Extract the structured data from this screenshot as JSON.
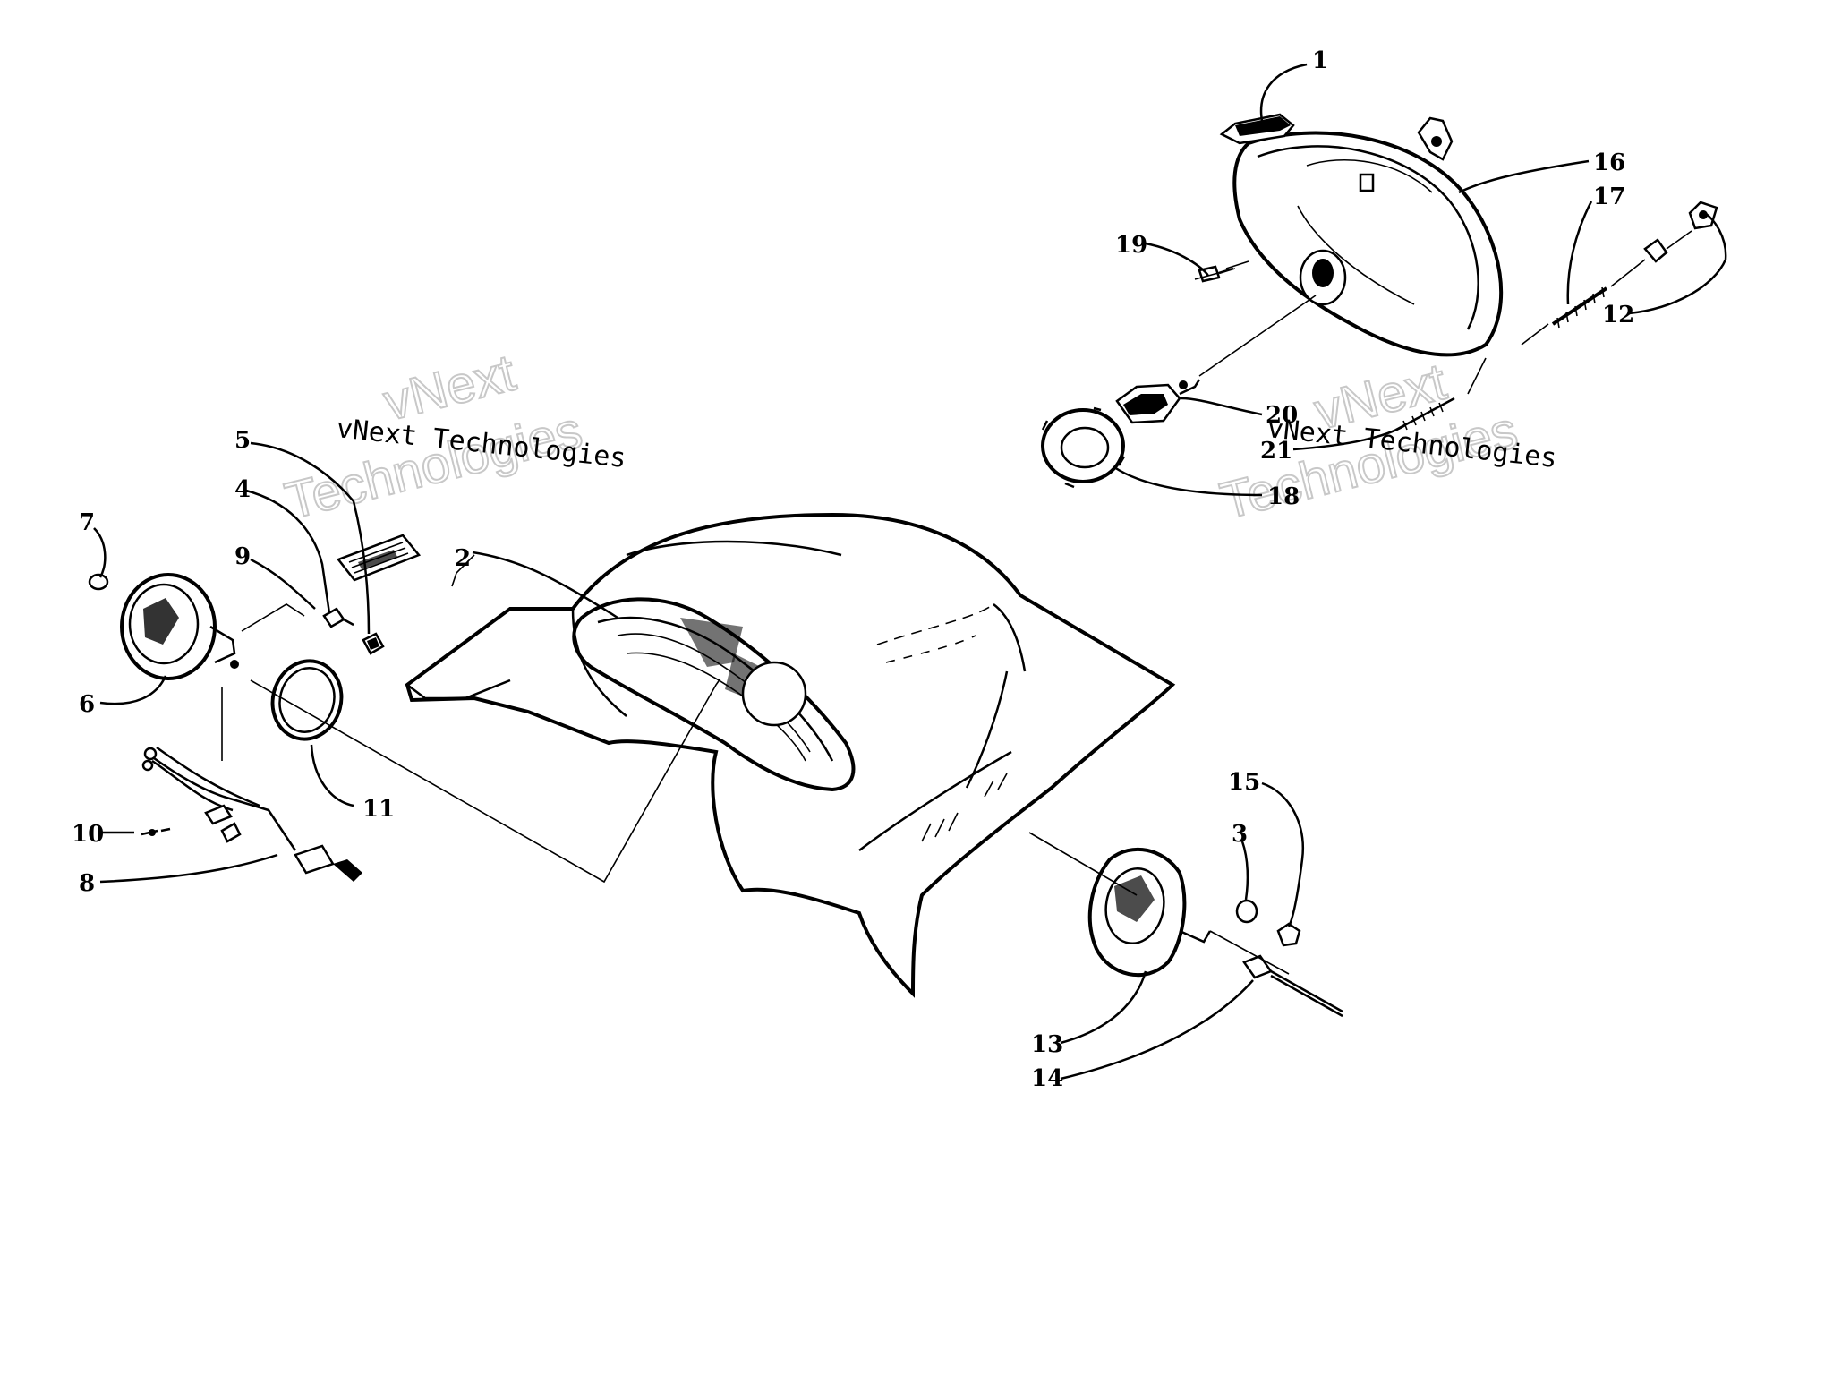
{
  "watermark": {
    "small": "vNext Technologies",
    "big_line1": "vNext",
    "big_line2": "Technologies"
  },
  "callouts": [
    "1",
    "2",
    "3",
    "4",
    "5",
    "6",
    "7",
    "8",
    "9",
    "10",
    "11",
    "12",
    "13",
    "14",
    "15",
    "16",
    "17",
    "18",
    "19",
    "20",
    "21"
  ]
}
